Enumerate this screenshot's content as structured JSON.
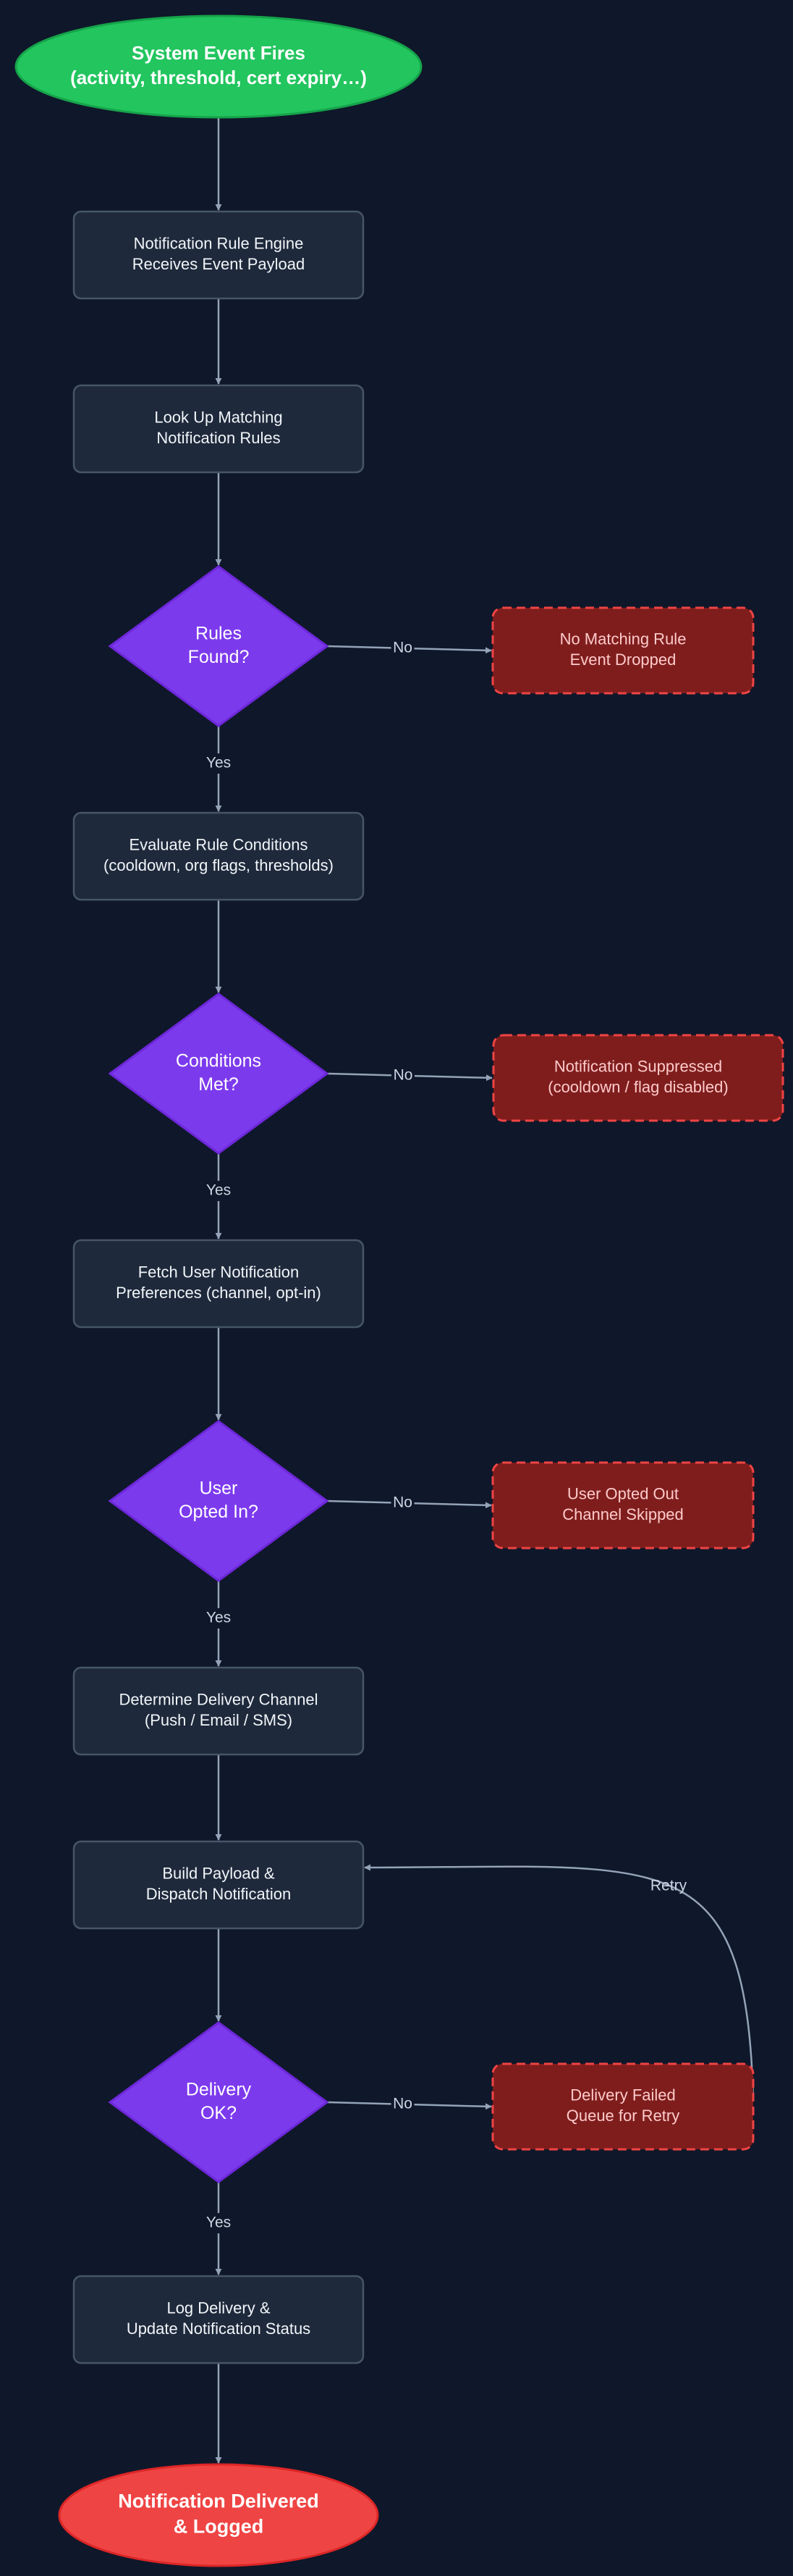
{
  "colors": {
    "background": "#0f172a",
    "process_fill": "#1e293b",
    "process_stroke": "#475569",
    "process_text": "#f1f5f9",
    "decision_fill": "#7c3aed",
    "decision_stroke": "#6d28d9",
    "decision_text": "#ffffff",
    "start_fill": "#22c55e",
    "start_stroke": "#16a34a",
    "end_fill": "#ef4444",
    "end_stroke": "#dc2626",
    "terminal_text": "#ffffff",
    "reject_fill": "#7f1d1d",
    "reject_stroke": "#ef4444",
    "reject_text": "#fecaca",
    "edge": "#94a3b8",
    "edge_label": "#cbd5e1"
  },
  "nodes": {
    "start": [
      "System Event Fires",
      "(activity, threshold, cert expiry…)"
    ],
    "receive": [
      "Notification Rule Engine",
      "Receives Event Payload"
    ],
    "lookup": [
      "Look Up Matching",
      "Notification Rules"
    ],
    "rules_found": [
      "Rules",
      "Found?"
    ],
    "no_rule": [
      "No Matching Rule",
      "Event Dropped"
    ],
    "evaluate": [
      "Evaluate Rule Conditions",
      "(cooldown, org flags, thresholds)"
    ],
    "conditions_met": [
      "Conditions",
      "Met?"
    ],
    "suppressed": [
      "Notification Suppressed",
      "(cooldown / flag disabled)"
    ],
    "fetch_prefs": [
      "Fetch User Notification",
      "Preferences (channel, opt-in)"
    ],
    "opted_in": [
      "User",
      "Opted In?"
    ],
    "opted_out": [
      "User Opted Out",
      "Channel Skipped"
    ],
    "channel": [
      "Determine Delivery Channel",
      "(Push / Email / SMS)"
    ],
    "build": [
      "Build Payload &",
      "Dispatch Notification"
    ],
    "delivery_ok": [
      "Delivery",
      "OK?"
    ],
    "failed": [
      "Delivery Failed",
      "Queue for Retry"
    ],
    "log": [
      "Log Delivery &",
      "Update Notification Status"
    ],
    "end": [
      "Notification Delivered",
      "& Logged"
    ]
  },
  "edge_labels": {
    "yes": "Yes",
    "no": "No",
    "retry": "Retry"
  }
}
